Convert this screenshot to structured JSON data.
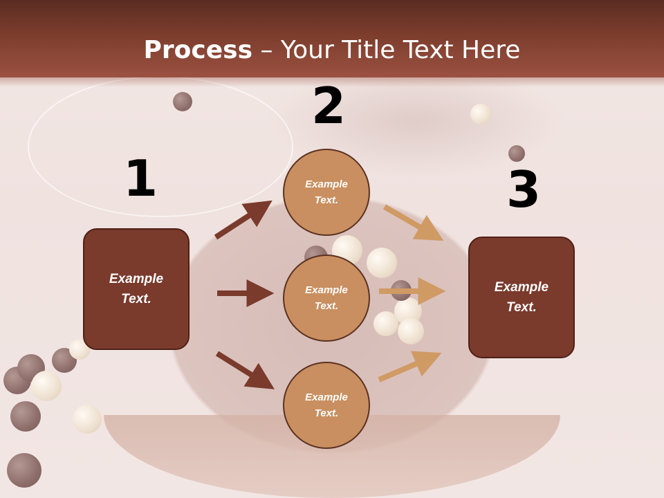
{
  "title": {
    "bold": "Process",
    "rest": " – Your Title Text Here"
  },
  "steps": [
    {
      "number": "1",
      "label": "Example Text."
    },
    {
      "number": "2",
      "items": [
        "Example Text.",
        "Example Text.",
        "Example Text."
      ]
    },
    {
      "number": "3",
      "label": "Example Text."
    }
  ],
  "colors": {
    "title_bar": "#7c3d2d",
    "box_fill": "#7a3a2c",
    "circle_fill": "#c98f60",
    "arrow_dark": "#7a3a2c",
    "arrow_light": "#d09a64"
  }
}
